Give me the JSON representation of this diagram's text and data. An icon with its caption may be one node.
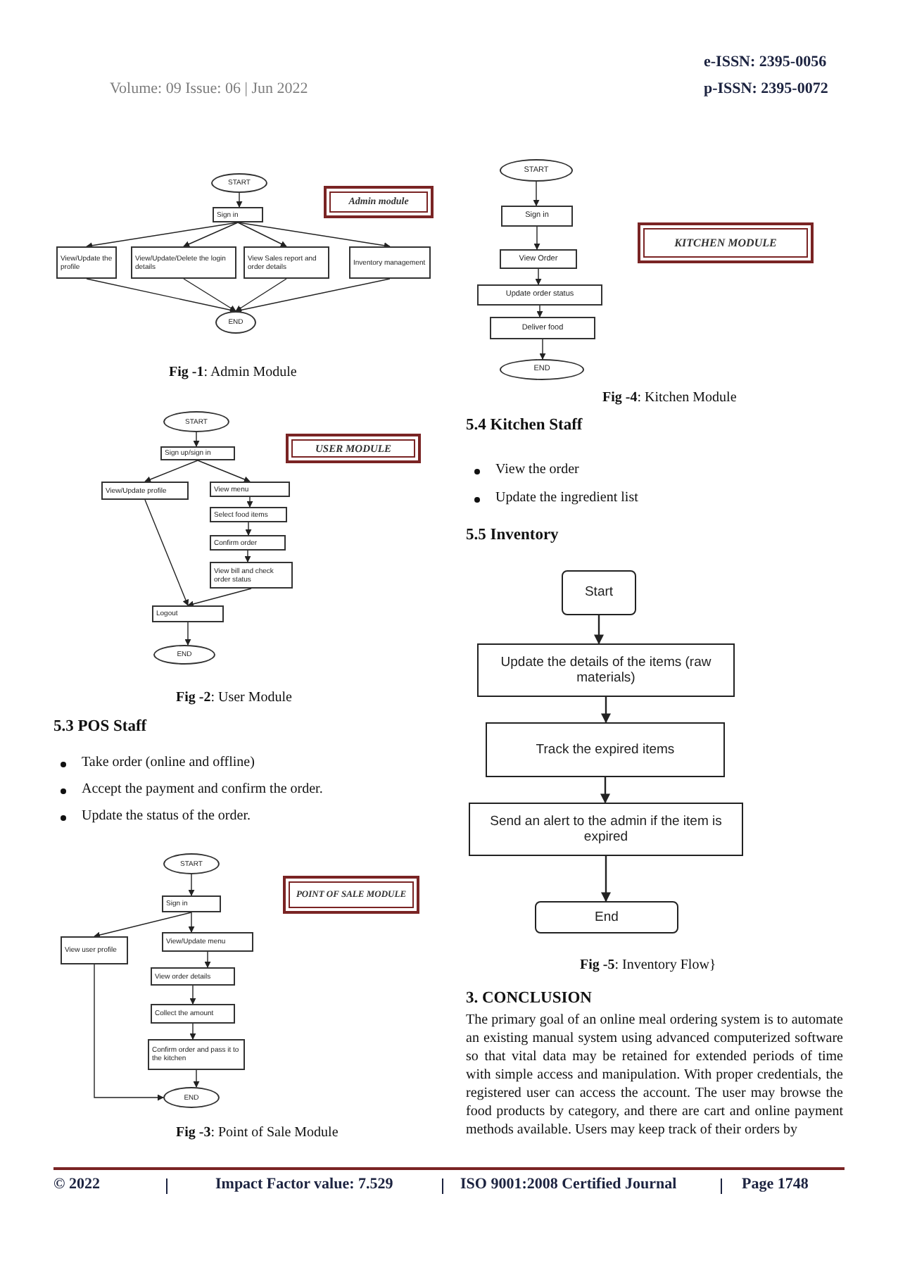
{
  "diagram": {
    "nodes": [
      {
        "text": [
          "START"
        ]
      },
      {
        "text": [
          "Sign in"
        ]
      },
      {
        "text": [
          "View/Update the profile"
        ]
      },
      {
        "text": [
          "View/Update/Delete the login details"
        ]
      },
      {
        "text": [
          "View Sales report and order details"
        ]
      },
      {
        "text": [
          "Inventory management"
        ]
      },
      {
        "text": [
          "END"
        ]
      },
      {
        "text": [
          "Admin module"
        ]
      },
      {
        "text": [
          "START"
        ]
      },
      {
        "text": [
          "Sign in"
        ]
      },
      {
        "text": [
          "View Order"
        ]
      },
      {
        "text": [
          "Update order status"
        ]
      },
      {
        "text": [
          "Deliver food"
        ]
      },
      {
        "text": [
          "END"
        ]
      },
      {
        "text": [
          "KITCHEN MODULE"
        ]
      },
      {
        "text": [
          "START"
        ]
      },
      {
        "text": [
          "Sign up/sign in"
        ]
      },
      {
        "text": [
          "View/Update profile"
        ]
      },
      {
        "text": [
          "View menu"
        ]
      },
      {
        "text": [
          "Select food items"
        ]
      },
      {
        "text": [
          "Confirm order"
        ]
      },
      {
        "text": [
          "View bill and check order status"
        ]
      },
      {
        "text": [
          "Logout"
        ]
      },
      {
        "text": [
          "END"
        ]
      },
      {
        "text": [
          "USER MODULE"
        ]
      },
      {
        "text": [
          "START"
        ]
      },
      {
        "text": [
          "Sign in"
        ]
      },
      {
        "text": [
          "View user profile"
        ]
      },
      {
        "text": [
          "View/Update menu"
        ]
      },
      {
        "text": [
          "View order details"
        ]
      },
      {
        "text": [
          "Collect the amount"
        ]
      },
      {
        "text": [
          "Confirm order and pass it to the kitchen"
        ]
      },
      {
        "text": [
          "END"
        ]
      },
      {
        "text": [
          "POINT OF SALE MODULE"
        ]
      },
      {
        "text": [
          "Start"
        ]
      },
      {
        "text": [
          "Update the details of the items (raw materials)"
        ]
      },
      {
        "text": [
          "Track the expired items"
        ]
      },
      {
        "text": [
          "Send an alert to the admin if the item is expired"
        ]
      },
      {
        "text": [
          "End"
        ]
      }
    ],
    "edges": [
      {
        "from": 0,
        "to": 1,
        "arrow": "to"
      },
      {
        "from": 1,
        "to": 2,
        "arrow": "to"
      },
      {
        "from": 1,
        "to": 3,
        "arrow": "to"
      },
      {
        "from": 1,
        "to": 4,
        "arrow": "to"
      },
      {
        "from": 1,
        "to": 5,
        "arrow": "to"
      },
      {
        "from": 2,
        "to": 6,
        "arrow": "to"
      },
      {
        "from": 3,
        "to": 6,
        "arrow": "to"
      },
      {
        "from": 4,
        "to": 6,
        "arrow": "to"
      },
      {
        "from": 5,
        "to": 6,
        "arrow": "to"
      },
      {
        "from": 8,
        "to": 9,
        "arrow": "to"
      },
      {
        "from": 9,
        "to": 10,
        "arrow": "to"
      },
      {
        "from": 10,
        "to": 11,
        "arrow": "to"
      },
      {
        "from": 11,
        "to": 12,
        "arrow": "to"
      },
      {
        "from": 12,
        "to": 13,
        "arrow": "to"
      },
      {
        "from": 15,
        "to": 16,
        "arrow": "to"
      },
      {
        "from": 16,
        "to": 17,
        "arrow": "to"
      },
      {
        "from": 16,
        "to": 18,
        "arrow": "to"
      },
      {
        "from": 18,
        "to": 19,
        "arrow": "to"
      },
      {
        "from": 19,
        "to": 20,
        "arrow": "to"
      },
      {
        "from": 20,
        "to": 21,
        "arrow": "to"
      },
      {
        "from": 17,
        "to": 22,
        "arrow": "to"
      },
      {
        "from": 21,
        "to": 22,
        "arrow": "to"
      },
      {
        "from": 22,
        "to": 23,
        "arrow": "to"
      },
      {
        "from": 25,
        "to": 26,
        "arrow": "to"
      },
      {
        "from": 26,
        "to": 27,
        "arrow": "to"
      },
      {
        "from": 26,
        "to": 28,
        "arrow": "to"
      },
      {
        "from": 28,
        "to": 29,
        "arrow": "to"
      },
      {
        "from": 29,
        "to": 30,
        "arrow": "to"
      },
      {
        "from": 30,
        "to": 31,
        "arrow": "to"
      },
      {
        "from": 31,
        "to": 32,
        "arrow": "to"
      },
      {
        "from": 27,
        "to": 32,
        "arrow": "to"
      },
      {
        "from": 34,
        "to": 35,
        "arrow": "to"
      },
      {
        "from": 35,
        "to": 36,
        "arrow": "to"
      },
      {
        "from": 36,
        "to": 37,
        "arrow": "to"
      },
      {
        "from": 37,
        "to": 38,
        "arrow": "to"
      }
    ],
    "labels": [
      "e-ISSN: 2395-0056",
      "Volume: 09 Issue: 06 | Jun 2022",
      "p-ISSN: 2395-0072",
      "**Fig -1**: Admin Module",
      "**Fig -4**: Kitchen Module",
      "5.4 Kitchen Staff",
      "View the order",
      "Update the ingredient list",
      "5.5 Inventory",
      "**Fig -2**: User Module",
      "5.3 POS Staff",
      "Take order (online and offline)",
      "Accept the payment and confirm the order.",
      "Update the status of the order.",
      "**Fig -3**: Point of Sale Module",
      "**Fig -5**: Inventory Flow}",
      "3. CONCLUSION",
      "The primary goal of an online meal ordering system is to automate an existing manual system using advanced computerized software so that vital data may be retained for extended periods of time with simple access and manipulation. With proper credentials, the registered user can access the account. The user may browse the food products by category, and there are cart and online payment methods available. Users may keep track of their orders by",
      "© 2022",
      "Impact Factor value: 7.529",
      "ISO 9001:2008 Certified Journal",
      "Page 1748"
    ]
  }
}
